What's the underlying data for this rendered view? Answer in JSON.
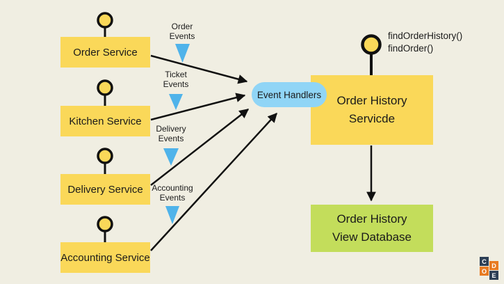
{
  "diagram_title": "Order History event-sourcing diagram",
  "colors": {
    "background": "#f0eee2",
    "service_box": "#fad859",
    "event_handlers_pill": "#90d5f6",
    "event_triangle": "#4fb3ea",
    "database_box": "#c3dd5b",
    "connector": "#111111",
    "logo_navy": "#2d3f55",
    "logo_orange": "#e87b22"
  },
  "services": [
    {
      "label": "Order Service"
    },
    {
      "label": "Kitchen Service"
    },
    {
      "label": "Delivery Service"
    },
    {
      "label": "Accounting Service"
    }
  ],
  "event_labels": [
    {
      "line1": "Order",
      "line2": "Events"
    },
    {
      "line1": "Ticket",
      "line2": "Events"
    },
    {
      "line1": "Delivery",
      "line2": "Events"
    },
    {
      "line1": "Accounting",
      "line2": "Events"
    }
  ],
  "event_handlers": {
    "label": "Event Handlers"
  },
  "order_history_service": {
    "line1": "Order History",
    "line2": "Servicde",
    "methods": [
      "findOrderHistory()",
      "findOrder()"
    ]
  },
  "view_database": {
    "line1": "Order History",
    "line2": "View Database"
  },
  "logo": {
    "c": "C",
    "d": "D",
    "o": "O",
    "e": "E"
  }
}
